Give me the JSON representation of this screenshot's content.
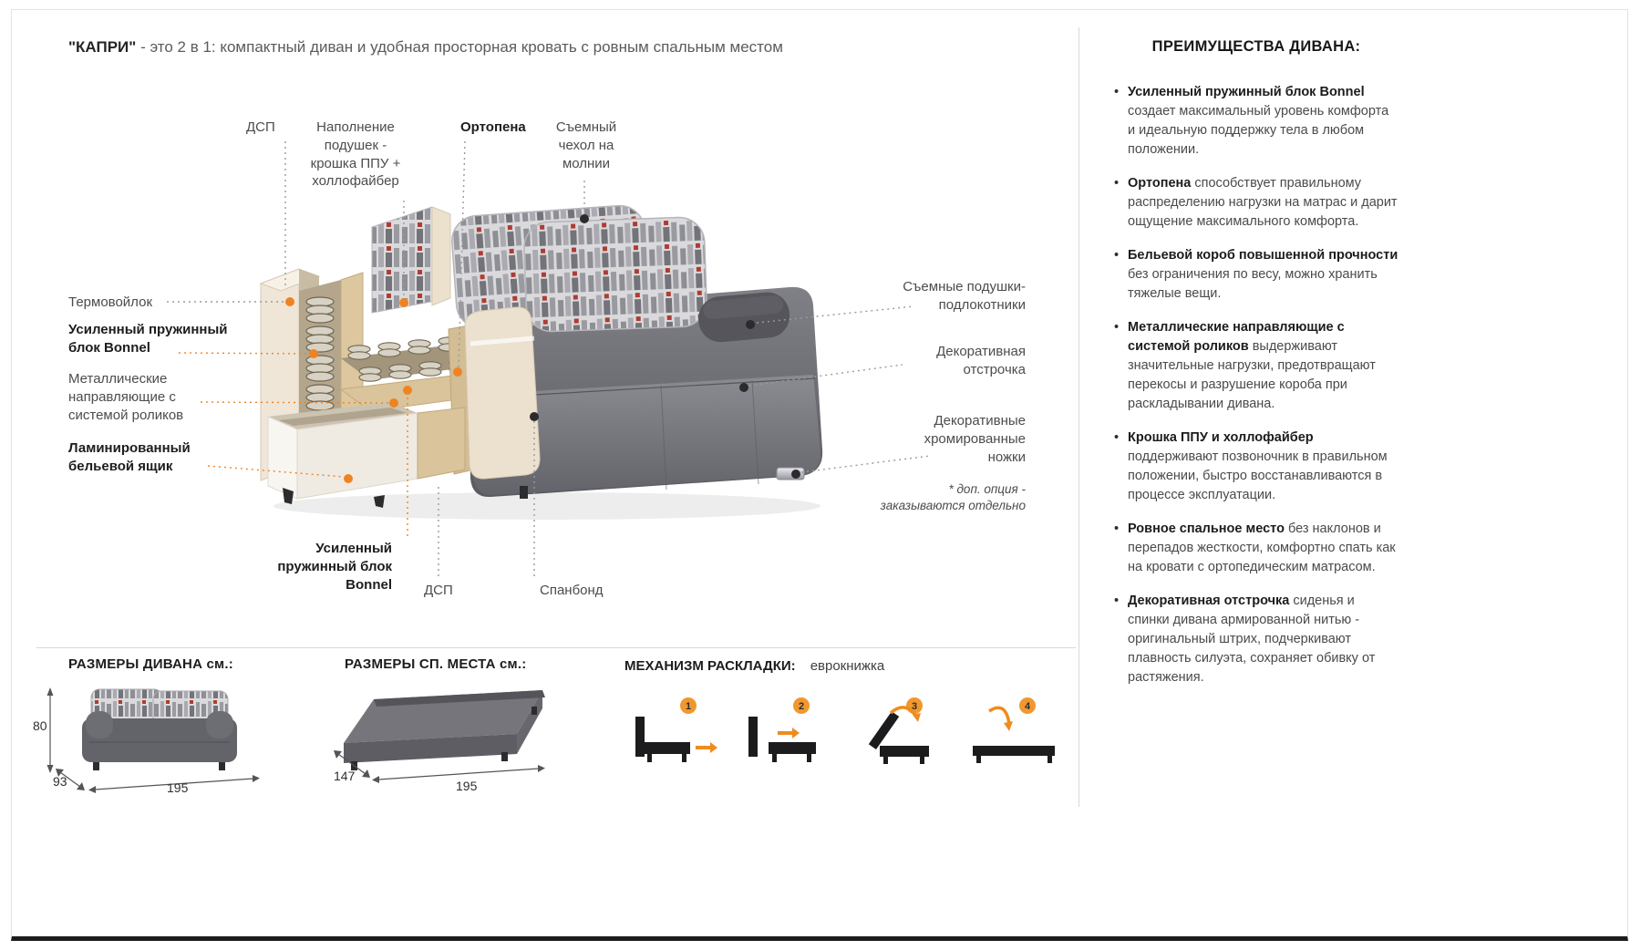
{
  "title": {
    "brand": "\"КАПРИ\"",
    "tagline": "- это 2 в 1: компактный диван и удобная просторная кровать с ровным спальным местом"
  },
  "callouts": {
    "dsp_top": "ДСП",
    "cushion_filling": "Наполнение подушек - крошка ППУ + холлофайбер",
    "ortopena": "Ортопена",
    "removable_cover": "Съемный чехол на молнии",
    "thermo_felt": "Термовойлок",
    "bonnel_left": "Усиленный пружинный блок Bonnel",
    "metal_rails": "Металлические направляющие с системой роликов",
    "laminated_drawer": "Ламинированный бельевой ящик",
    "bonnel_bottom": "Усиленный пружинный блок Bonnel",
    "dsp_bottom": "ДСП",
    "spunbond": "Спанбонд",
    "armrest_pillows": "Съемные подушки-подлокотники",
    "decor_stitching": "Декоративная отстрочка",
    "chrome_legs": "Декоративные хромированные ножки",
    "legs_note": "* доп. опция - заказываются отдельно"
  },
  "sofa_dimensions": {
    "heading": "РАЗМЕРЫ ДИВАНА см.:",
    "height": "80",
    "depth": "93",
    "width": "195"
  },
  "bed_dimensions": {
    "heading": "РАЗМЕРЫ СП. МЕСТА см.:",
    "depth": "147",
    "width": "195"
  },
  "mechanism": {
    "heading": "МЕХАНИЗМ РАСКЛАДКИ:",
    "type": "еврокнижка",
    "steps": [
      "1",
      "2",
      "3",
      "4"
    ]
  },
  "advantages": {
    "heading": "ПРЕИМУЩЕСТВА ДИВАНА:",
    "bullet": "•",
    "items": [
      {
        "lead": "Усиленный пружинный блок Bonnel",
        "text": "создает максимальный уровень комфорта и идеальную поддержку тела в любом положении."
      },
      {
        "lead": "Ортопена",
        "text": "способствует правильному распределению нагрузки на матрас и дарит ощущение максимального комфорта."
      },
      {
        "lead": "Бельевой короб повышенной прочности",
        "text": "без ограничения по весу, можно хранить тяжелые вещи."
      },
      {
        "lead": "Металлические направляющие с системой роликов",
        "text": "выдерживают значительные нагрузки, предотвращают перекосы и разрушение короба при раскладывании дивана."
      },
      {
        "lead": "Крошка ППУ и холлофайбер",
        "text": "поддерживают позвоночник в правильном положении, быстро восстанавливаются в процессе эксплуатации."
      },
      {
        "lead": "Ровное спальное место",
        "text": "без наклонов и перепадов жесткости, комфортно спать как на кровати с ортопедическим матрасом."
      },
      {
        "lead": "Декоративная отстрочка",
        "text": "сиденья и спинки дивана армированной нитью - оригинальный штрих, подчеркивают плавность силуэта, сохраняет обивку от растяжения."
      }
    ]
  },
  "colors": {
    "accent_orange": "#ef8322",
    "sofa_gray": "#6e6e74",
    "wood": "#d9c49c",
    "text_dark": "#1d1d1f"
  }
}
